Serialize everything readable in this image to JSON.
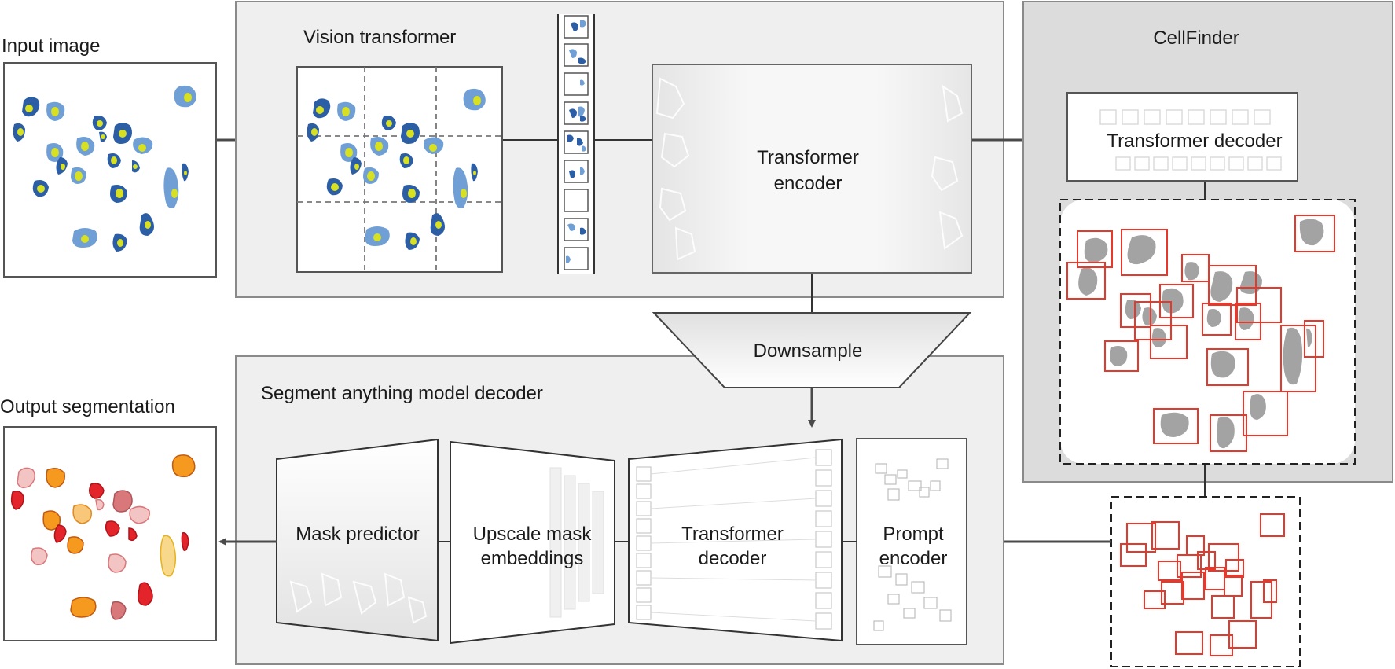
{
  "labels": {
    "input_image": "Input image",
    "vision_transformer": "Vision transformer",
    "transformer_encoder_line1": "Transformer",
    "transformer_encoder_line2": "encoder",
    "cellfinder": "CellFinder",
    "cellfinder_transformer_decoder": "Transformer decoder",
    "downsample": "Downsample",
    "sam_decoder": "Segment anything model decoder",
    "output_segmentation": "Output segmentation",
    "mask_predictor": "Mask predictor",
    "upscale_line1": "Upscale mask",
    "upscale_line2": "embeddings",
    "sam_transformer_decoder_line1": "Transformer",
    "sam_transformer_decoder_line2": "decoder",
    "prompt_encoder_line1": "Prompt",
    "prompt_encoder_line2": "encoder"
  },
  "colors": {
    "nucleus_dark_blue": "#2b5ea5",
    "nucleus_light_blue": "#6f9fd4",
    "nucleolus_yellow": "#d7e021",
    "detection_box_red": "#e8382b",
    "detected_cell_gray": "#a3a3a3",
    "output_red": "#e3242b",
    "output_orange": "#f59a1e",
    "output_pink": "#f3c4c4",
    "output_rose": "#d9787a",
    "panel_gray": "#efefef",
    "cellfinder_gray": "#dcdcdc",
    "arrow_gray": "#4a4a4a"
  }
}
